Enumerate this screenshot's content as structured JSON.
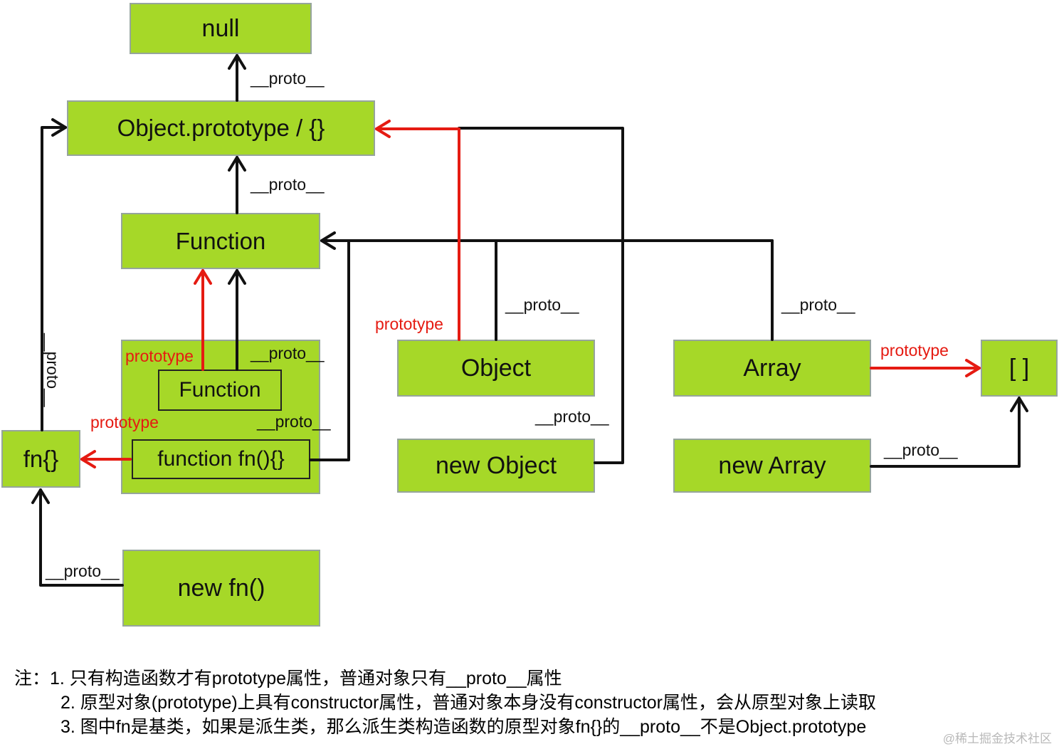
{
  "nodes": {
    "null_box": "null",
    "object_prototype": "Object.prototype / {}",
    "function_ctor": "Function",
    "function_inner": "Function",
    "function_fn": "function fn(){}",
    "fn_obj": "fn{}",
    "new_fn": "new fn()",
    "object_ctor": "Object",
    "new_object": "new Object",
    "array_ctor": "Array",
    "new_array": "new Array",
    "array_literal": "[ ]"
  },
  "labels": {
    "proto": "__proto__",
    "prototype": "prototype"
  },
  "notes": {
    "line1": "注：1. 只有构造函数才有prototype属性，普通对象只有__proto__属性",
    "line2": "2. 原型对象(prototype)上具有constructor属性，普通对象本身没有constructor属性，会从原型对象上读取",
    "line3": "3. 图中fn是基类，如果是派生类，那么派生类构造函数的原型对象fn{}的__proto__不是Object.prototype"
  },
  "watermark": "@稀土掘金技术社区",
  "colors": {
    "node_fill": "#a6d828",
    "node_border": "#96a59c",
    "line_black": "#111111",
    "line_red": "#e51b12"
  }
}
